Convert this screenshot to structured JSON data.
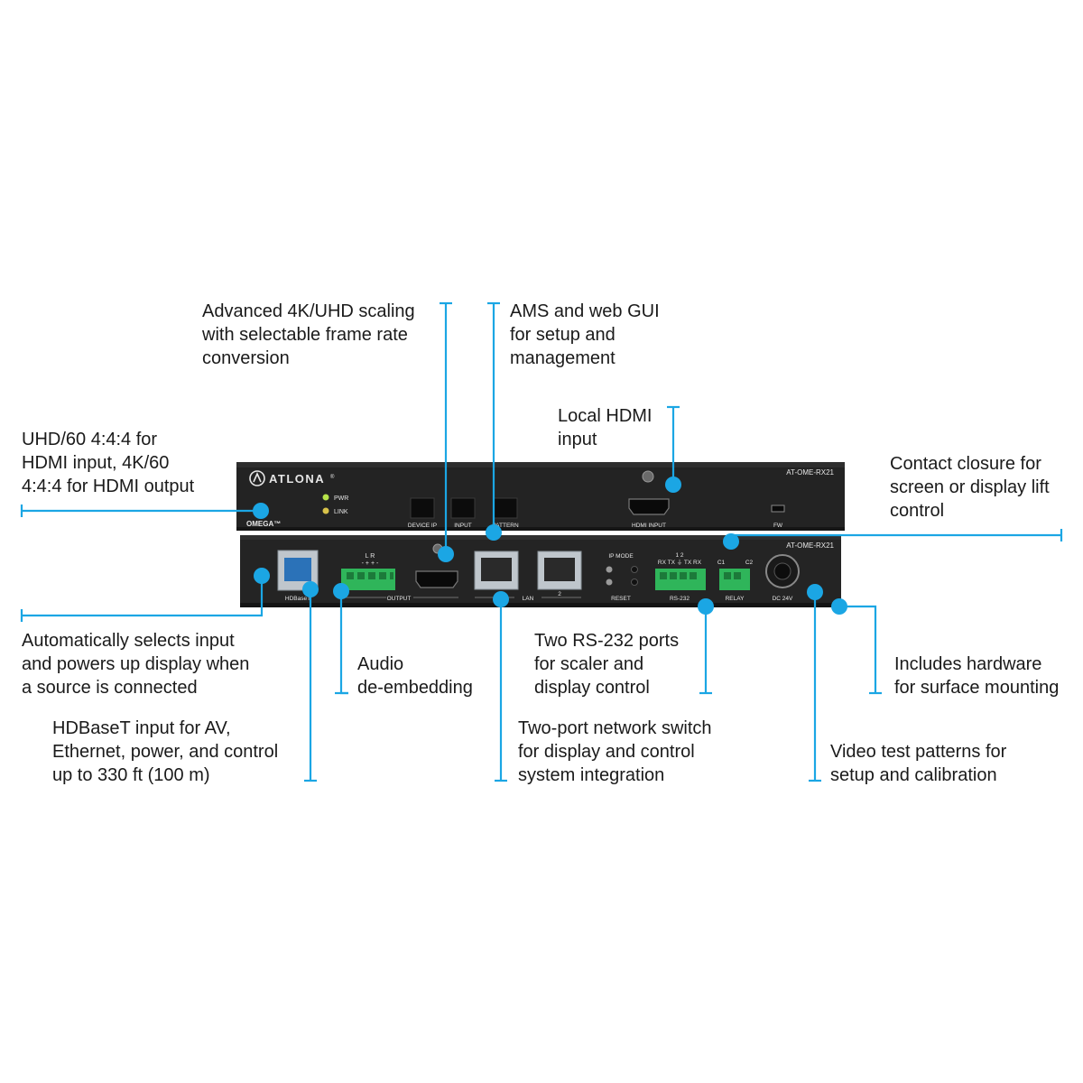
{
  "callouts": {
    "scaling": "Advanced 4K/UHD scaling\nwith selectable frame rate\nconversion",
    "ams": "AMS and web GUI\nfor setup and\nmanagement",
    "local_hdmi": "Local HDMI\ninput",
    "uhd": "UHD/60 4:4:4 for\nHDMI input, 4K/60\n4:4:4 for HDMI output",
    "contact": "Contact closure for\nscreen or display lift\ncontrol",
    "auto": "Automatically selects input\nand powers up display when\na source is connected",
    "audio": "Audio\nde-embedding",
    "rs232": "Two RS-232 ports\nfor scaler and\ndisplay control",
    "hardware": "Includes hardware\nfor surface mounting",
    "hdbaset": "HDBaseT input for AV,\nEthernet, power, and control\nup to 330 ft (100 m)",
    "switch": "Two-port network switch\nfor display and control\nsystem integration",
    "test": "Video test patterns for\nsetup and calibration"
  },
  "device": {
    "brand": "ATLONA",
    "brand_mark": "®",
    "series": "OMEGA™",
    "model_top": "AT-OME-RX21",
    "model_bottom": "AT-OME-RX21",
    "led_pwr": "PWR",
    "led_link": "LINK",
    "btn_device_ip": "DEVICE IP",
    "btn_input": "INPUT",
    "btn_pattern": "PATTERN",
    "hdmi_input": "HDMI INPUT",
    "fw": "FW",
    "hdbaset": "HDBaseT",
    "audio_lr": "L          R",
    "audio_pins": "- +   + -",
    "output": "OUTPUT",
    "lan": "LAN",
    "lan_2": "2",
    "ip_mode": "IP MODE",
    "reset": "RESET",
    "rs232_nums": "1          2",
    "rs232_pins": "RX TX  ⏚  TX RX",
    "rs232": "RS-232",
    "relay_c1": "C1",
    "relay_c2": "C2",
    "relay": "RELAY",
    "dc": "DC 24V"
  },
  "colors": {
    "accent": "#1ba6e4",
    "device_body": "#222222",
    "terminal_green": "#2fb55a"
  }
}
